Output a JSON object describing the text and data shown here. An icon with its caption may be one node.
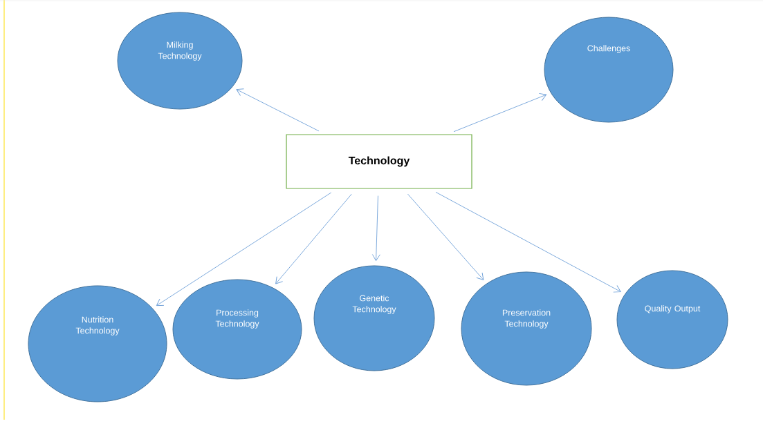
{
  "diagram": {
    "nodes": [
      {
        "text": [
          "Technology"
        ]
      },
      {
        "text": [
          "Milking Technology"
        ]
      },
      {
        "text": [
          "Challenges"
        ]
      },
      {
        "text": [
          "Nutrition Technology"
        ]
      },
      {
        "text": [
          "Processing Technology"
        ]
      },
      {
        "text": [
          "Genetic Technology"
        ]
      },
      {
        "text": [
          "Preservation Technology"
        ]
      },
      {
        "text": [
          "Quality Output"
        ]
      }
    ],
    "edges": [
      {
        "from": 0,
        "to": 1,
        "arrow": "to"
      },
      {
        "from": 0,
        "to": 2,
        "arrow": "to"
      },
      {
        "from": 0,
        "to": 3,
        "arrow": "to"
      },
      {
        "from": 0,
        "to": 4,
        "arrow": "to"
      },
      {
        "from": 0,
        "to": 5,
        "arrow": "to"
      },
      {
        "from": 0,
        "to": 6,
        "arrow": "to"
      },
      {
        "from": 0,
        "to": 7,
        "arrow": "to"
      }
    ]
  }
}
